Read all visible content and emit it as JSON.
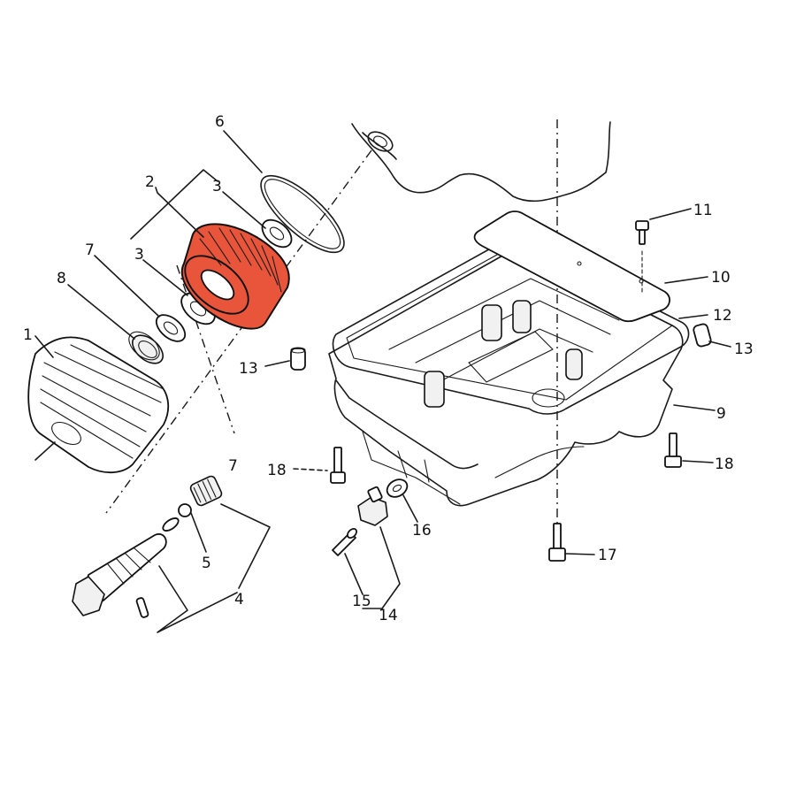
{
  "diagram": {
    "highlight_color": "#e8553a",
    "line_color": "#1a1a1a",
    "callouts": [
      {
        "id": "1",
        "text": "1"
      },
      {
        "id": "2",
        "text": "2"
      },
      {
        "id": "3a",
        "text": "3"
      },
      {
        "id": "3b",
        "text": "3"
      },
      {
        "id": "4",
        "text": "4"
      },
      {
        "id": "5",
        "text": "5"
      },
      {
        "id": "6",
        "text": "6"
      },
      {
        "id": "7a",
        "text": "7"
      },
      {
        "id": "7b",
        "text": "7"
      },
      {
        "id": "8",
        "text": "8"
      },
      {
        "id": "9",
        "text": "9"
      },
      {
        "id": "10",
        "text": "10"
      },
      {
        "id": "11",
        "text": "11"
      },
      {
        "id": "12",
        "text": "12"
      },
      {
        "id": "13a",
        "text": "13"
      },
      {
        "id": "13b",
        "text": "13"
      },
      {
        "id": "14",
        "text": "14"
      },
      {
        "id": "15",
        "text": "15"
      },
      {
        "id": "16",
        "text": "16"
      },
      {
        "id": "17",
        "text": "17"
      },
      {
        "id": "18a",
        "text": "18"
      },
      {
        "id": "18b",
        "text": "18"
      }
    ]
  }
}
